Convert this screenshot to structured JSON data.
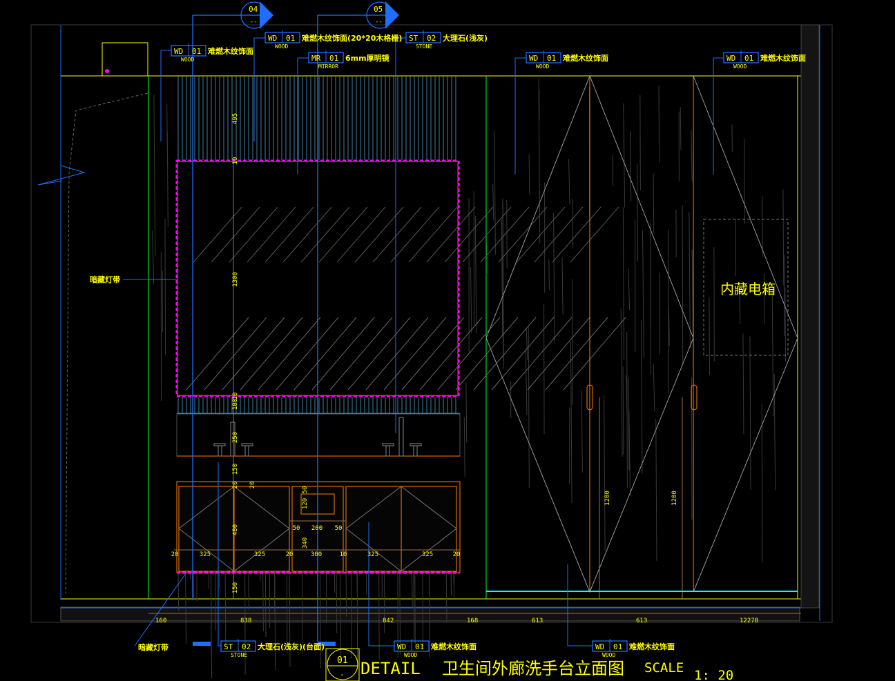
{
  "section_markers": [
    {
      "number": "04",
      "sheet": "--"
    },
    {
      "number": "05",
      "sheet": "--"
    }
  ],
  "tags": [
    {
      "code": "WD",
      "num": "01",
      "sub": "WOOD",
      "text": "难燃木纹饰面"
    },
    {
      "code": "WD",
      "num": "01",
      "sub": "WOOD",
      "text": "难燃木纹饰面(20*20木格栅)"
    },
    {
      "code": "ST",
      "num": "02",
      "sub": "STONE",
      "text": "大理石(浅灰)"
    },
    {
      "code": "MR",
      "num": "01",
      "sub": "MIRROR",
      "text": "6mm厚明镜"
    },
    {
      "code": "WD",
      "num": "01",
      "sub": "WOOD",
      "text": "难燃木纹饰面"
    },
    {
      "code": "WD",
      "num": "01",
      "sub": "WOOD",
      "text": "难燃木纹饰面"
    },
    {
      "code": "ST",
      "num": "02",
      "sub": "STONE",
      "text": "大理石(浅灰)(台面)"
    },
    {
      "code": "WD",
      "num": "01",
      "sub": "WOOD",
      "text": "难燃木纹饰面"
    },
    {
      "code": "WD",
      "num": "01",
      "sub": "WOOD",
      "text": "难燃木纹饰面"
    }
  ],
  "labels": {
    "hidden_light_1": "暗藏灯带",
    "hidden_light_2": "暗藏灯带",
    "electric_box": "内藏电箱"
  },
  "bottom_dims": [
    "160",
    "838",
    "842",
    "168",
    "613",
    "613",
    "12278"
  ],
  "vertical_dims": [
    "495",
    "10",
    "1300",
    "10",
    "100",
    "250",
    "150",
    "20",
    "480",
    "150",
    "1200",
    "1200"
  ],
  "vanity_dims": {
    "row1": [
      "20",
      "325",
      "325",
      "20",
      "300",
      "10",
      "325",
      "325",
      "20"
    ],
    "row2": [
      "50",
      "200",
      "50"
    ],
    "drawer": [
      "50",
      "120",
      "340"
    ],
    "top": "20"
  },
  "title": {
    "number": "01",
    "sheet": "-",
    "detail": "DETAIL",
    "name": "卫生间外廊洗手台立面图",
    "scale_label": "SCALE",
    "scale": "1: 20"
  },
  "colors": {
    "yellow": "#ffff00",
    "blue": "#1e6fff",
    "magenta": "#ff00ff",
    "orange": "#ff8000",
    "green": "#00ff40",
    "cyan": "#00ffff"
  }
}
